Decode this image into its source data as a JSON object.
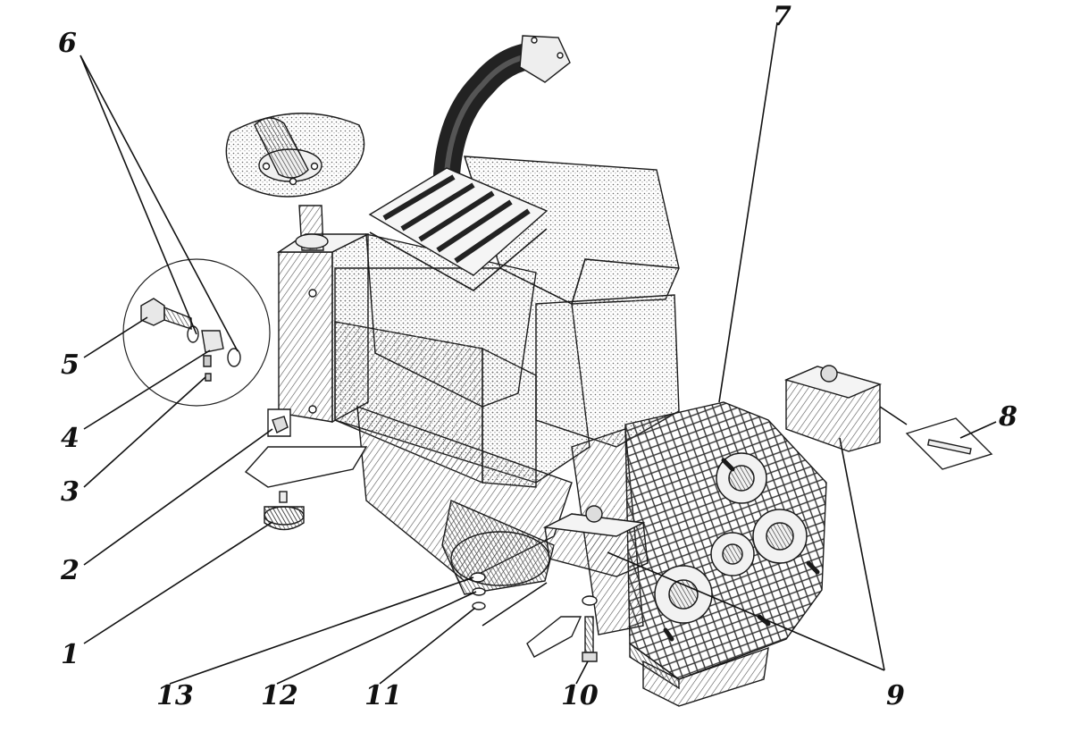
{
  "diagram": {
    "kind": "exploded assembly drawing",
    "callouts": [
      {
        "id": "1",
        "label": "1"
      },
      {
        "id": "2",
        "label": "2"
      },
      {
        "id": "3",
        "label": "3"
      },
      {
        "id": "4",
        "label": "4"
      },
      {
        "id": "5",
        "label": "5"
      },
      {
        "id": "6",
        "label": "6"
      },
      {
        "id": "7",
        "label": "7"
      },
      {
        "id": "8",
        "label": "8"
      },
      {
        "id": "9",
        "label": "9"
      },
      {
        "id": "10",
        "label": "10"
      },
      {
        "id": "11",
        "label": "11"
      },
      {
        "id": "12",
        "label": "12"
      },
      {
        "id": "13",
        "label": "13"
      }
    ]
  }
}
